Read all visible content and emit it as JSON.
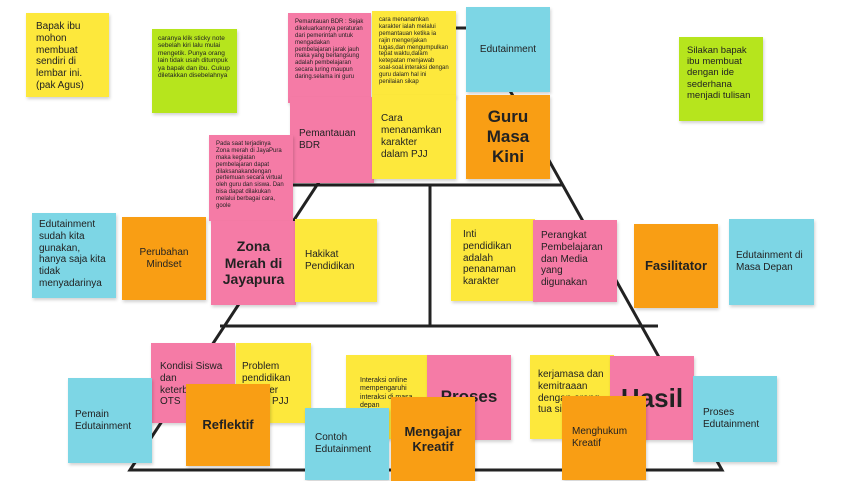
{
  "colors": {
    "yellow": "#fde83c",
    "lime": "#b6e51d",
    "pink": "#f57ba6",
    "cyan": "#7dd6e5",
    "orange": "#f99e14",
    "frame": "#222222"
  },
  "notes": [
    {
      "id": "n0",
      "text": "Bapak ibu mohon membuat sendiri di lembar ini. (pak Agus)"
    },
    {
      "id": "n1",
      "text": "caranya klik sticky note sebelah kiri lalu mulai mengetik. Punya orang lain tidak usah ditumpuk ya bapak dan ibu. Cukup diletakkan disebelahnya"
    },
    {
      "id": "n2",
      "text": "Pemantauan BDR : Sejak dikeluarkannya peraturan dari pemerintah untuk mengadakan pembelajaran jarak jauh maka yang berlangsung adalah pembelajaran secara luring maupun daring.selama ini guru"
    },
    {
      "id": "n3",
      "text": "cara menanamkan karakter ialah melalui pemantauan ketika ia rajin mengerjakan tugas,dan mengumpulkan tepat waktu,dalam ketepatan menjawab soal-soal.interaksi dengan guru dalam hal ini penilaian sikap"
    },
    {
      "id": "n4",
      "text": "Edutainment"
    },
    {
      "id": "n5",
      "text": "Silakan bapak ibu membuat dengan ide sederhana menjadi tulisan"
    },
    {
      "id": "n6",
      "text": "Pemantauan BDR"
    },
    {
      "id": "n7",
      "text": "Cara menanamkan karakter dalam PJJ"
    },
    {
      "id": "n8",
      "text": "Guru Masa Kini"
    },
    {
      "id": "n9",
      "text": "Pada saat terjadinya Zona merah di JayaPura maka kegiatan pembelajaran dapat dilaksanakandengan pertemuan secara virtual oleh guru dan siswa. Dan bisa dapat dilakukan melalui berbagai cara, goole"
    },
    {
      "id": "n10",
      "text": "Edutainment sudah kita gunakan, hanya saja kita tidak menyadarinya"
    },
    {
      "id": "n11",
      "text": "Perubahan Mindset"
    },
    {
      "id": "n12",
      "text": "Zona Merah di Jayapura"
    },
    {
      "id": "n13",
      "text": "Hakikat Pendidikan"
    },
    {
      "id": "n14",
      "text": "Inti pendidikan adalah penanaman karakter"
    },
    {
      "id": "n15",
      "text": "Perangkat Pembelajaran dan Media yang digunakan"
    },
    {
      "id": "n16",
      "text": "Fasilitator"
    },
    {
      "id": "n17",
      "text": "Edutainment di Masa Depan"
    },
    {
      "id": "n18",
      "text": "Kondisi Siswa dan keterbatasan OTS"
    },
    {
      "id": "n19",
      "text": "Problem pendidikan karakter dalam PJJ"
    },
    {
      "id": "n20",
      "text": "Interaksi online mempengaruhi interaksi di masa depan"
    },
    {
      "id": "n21",
      "text": "Proses"
    },
    {
      "id": "n22",
      "text": "kerjamasa dan kemitraaan dengan orang tua siswa"
    },
    {
      "id": "n23",
      "text": "Hasil"
    },
    {
      "id": "n24",
      "text": "Pemain Edutainment"
    },
    {
      "id": "n25",
      "text": "Reflektif"
    },
    {
      "id": "n26",
      "text": "Contoh Edutainment"
    },
    {
      "id": "n27",
      "text": "Mengajar Kreatif"
    },
    {
      "id": "n28",
      "text": "Menghukum Kreatif"
    },
    {
      "id": "n29",
      "text": "Proses Edutainment"
    }
  ]
}
